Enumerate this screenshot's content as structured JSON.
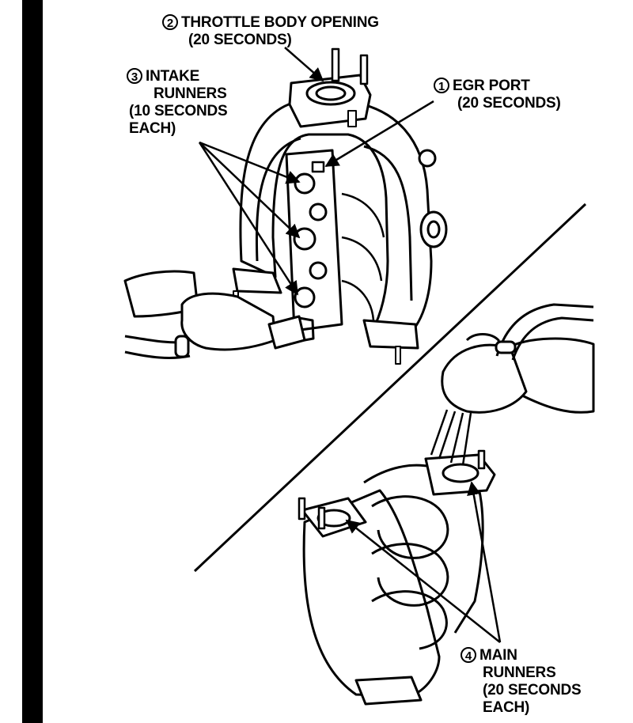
{
  "callouts": {
    "throttle": {
      "number": "2",
      "line1": "THROTTLE BODY OPENING",
      "line2": "(20 SECONDS)"
    },
    "intake": {
      "number": "3",
      "line1": "INTAKE",
      "line2": "RUNNERS",
      "line3": "(10 SECONDS",
      "line4": "EACH)"
    },
    "egr": {
      "number": "1",
      "line1": "EGR PORT",
      "line2": "(20 SECONDS)"
    },
    "main": {
      "number": "4",
      "line1": "MAIN",
      "line2": "RUNNERS",
      "line3": "(20 SECONDS",
      "line4": "EACH)"
    }
  }
}
